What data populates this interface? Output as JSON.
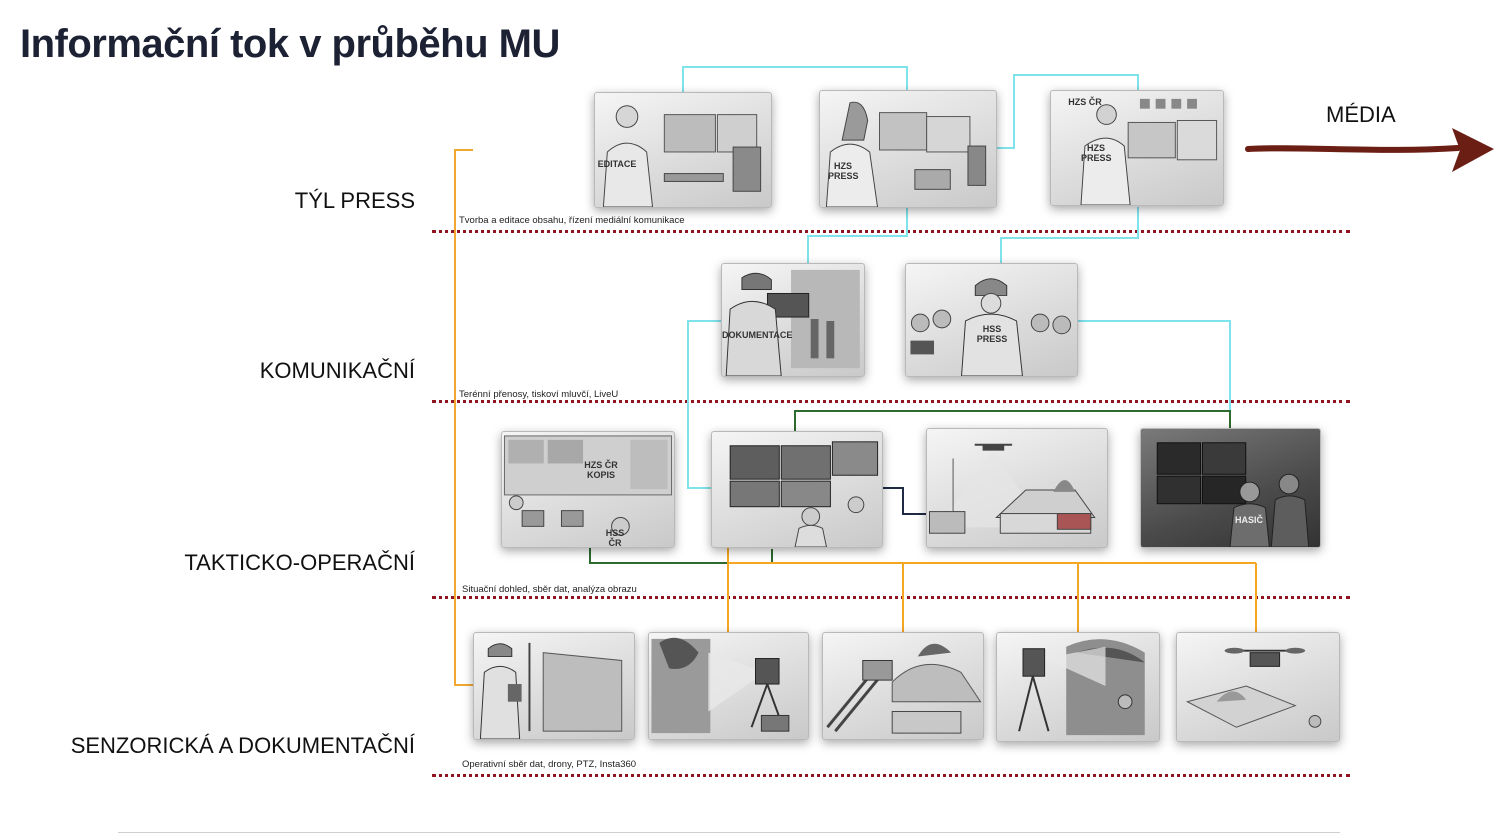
{
  "title": "Informační tok v průběhu MU",
  "media_label": "MÉDIA",
  "layers": [
    {
      "id": "tyl-press",
      "label": "TÝL PRESS",
      "caption": "Tvorba a editace obsahu, řízení mediální komunikace"
    },
    {
      "id": "komunikacni",
      "label": "KOMUNIKAČNÍ",
      "caption": "Terénní přenosy, tiskoví mluvčí, LiveU"
    },
    {
      "id": "takticko-operacni",
      "label": "TAKTICKO-OPERAČNÍ",
      "caption": "Situační dohled, sběr dat, analýza obrazu"
    },
    {
      "id": "senzoricka",
      "label": "SENZORICKÁ A DOKUMENTAČNÍ",
      "caption": "Operativní sběr dat, drony, PTZ, Insta360"
    }
  ],
  "badges": {
    "editace": "EDITACE",
    "hzs_press": "HZS PRESS",
    "hzs_cr": "HZS ČR",
    "dokumentace": "DOKUMENTACE",
    "hss_press": "HSS PRESS",
    "hzs_cr_kopis": "HZS ČR KOPIS",
    "hss_cr": "HSS ČR",
    "hasic": "HASIČ"
  },
  "colors": {
    "cyan_link": "#7fe3ec",
    "orange_link": "#f5a623",
    "green_link": "#2e6b2e",
    "navy_link": "#1f2a44",
    "separator": "#8f1420",
    "media_arrow": "#6b1e14"
  }
}
